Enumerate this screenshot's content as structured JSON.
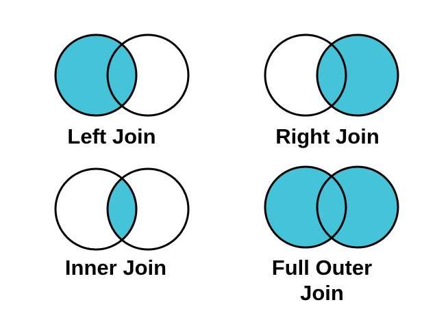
{
  "canvas": {
    "background": "#FFFFFF"
  },
  "colors": {
    "highlight_fill": "#45C3D9",
    "circle_stroke": "#000000",
    "label_text": "#000000"
  },
  "diagrams": [
    {
      "name": "left-join",
      "label": "Left Join",
      "highlighted_region": "left-circle"
    },
    {
      "name": "right-join",
      "label": "Right Join",
      "highlighted_region": "right-circle"
    },
    {
      "name": "inner-join",
      "label": "Inner Join",
      "highlighted_region": "intersection"
    },
    {
      "name": "full-outer-join",
      "label": "Full Outer Join",
      "label_lines": [
        "Full Outer",
        "Join"
      ],
      "highlighted_region": "both-circles"
    }
  ]
}
